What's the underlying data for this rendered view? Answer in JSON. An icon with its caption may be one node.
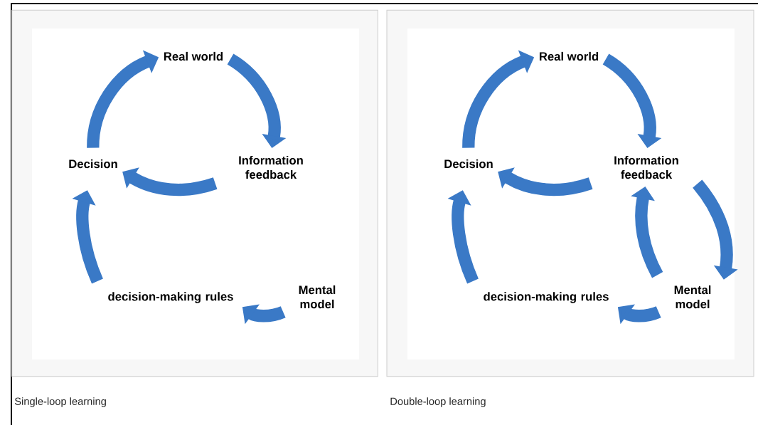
{
  "diagram": {
    "nodes": [
      {
        "text": [
          "Single-loop learning"
        ]
      },
      {
        "text": [
          "Real world"
        ],
        "in": 0
      },
      {
        "text": [
          "Information feedback"
        ],
        "in": 0
      },
      {
        "text": [
          "Decision"
        ],
        "in": 0
      },
      {
        "text": [
          "decision-making rules"
        ],
        "in": 0
      },
      {
        "text": [
          "Mental model"
        ],
        "in": 0
      },
      {
        "text": [
          "Double-loop learning"
        ]
      },
      {
        "text": [
          "Real world"
        ],
        "in": 6
      },
      {
        "text": [
          "Information feedback"
        ],
        "in": 6
      },
      {
        "text": [
          "Decision"
        ],
        "in": 6
      },
      {
        "text": [
          "decision-making rules"
        ],
        "in": 6
      },
      {
        "text": [
          "Mental model"
        ],
        "in": 6
      }
    ],
    "edges": [
      {
        "from": 3,
        "to": 1,
        "arrow": "to"
      },
      {
        "from": 1,
        "to": 2,
        "arrow": "to"
      },
      {
        "from": 2,
        "to": 3,
        "arrow": "to"
      },
      {
        "from": 5,
        "to": 4,
        "arrow": "to"
      },
      {
        "from": 4,
        "to": 3,
        "arrow": "to"
      },
      {
        "from": 9,
        "to": 7,
        "arrow": "to"
      },
      {
        "from": 7,
        "to": 8,
        "arrow": "to"
      },
      {
        "from": 8,
        "to": 9,
        "arrow": "to"
      },
      {
        "from": 8,
        "to": 11,
        "arrow": "to"
      },
      {
        "from": 11,
        "to": 8,
        "arrow": "to"
      },
      {
        "from": 11,
        "to": 10,
        "arrow": "to"
      },
      {
        "from": 10,
        "to": 9,
        "arrow": "to"
      }
    ]
  }
}
